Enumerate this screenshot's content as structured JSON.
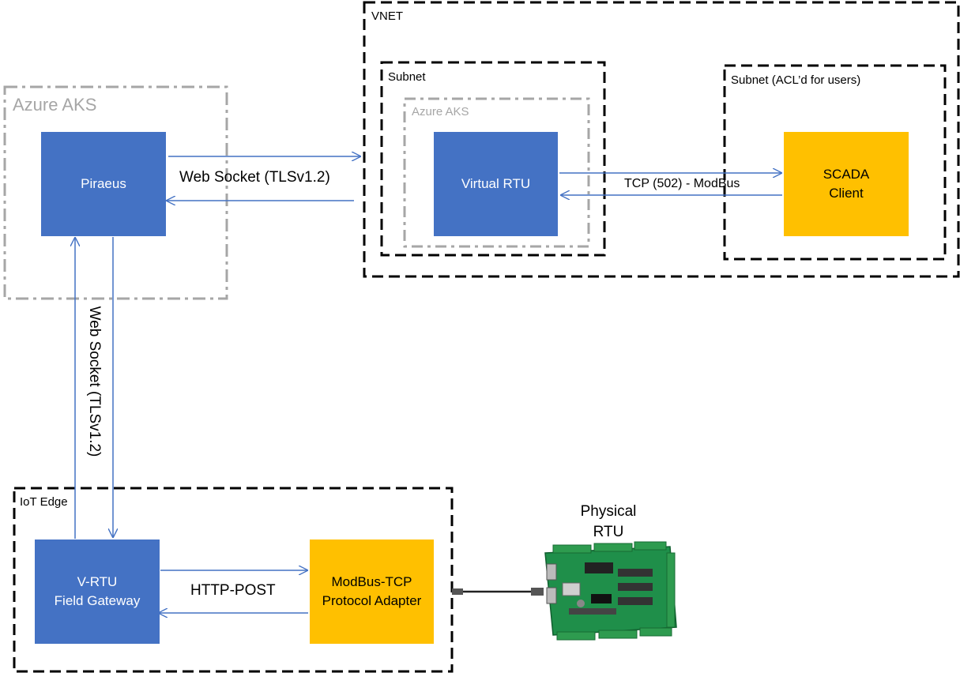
{
  "containers": {
    "vnet": "VNET",
    "subnet_left": "Subnet",
    "azure_aks_inner": "Azure AKS",
    "subnet_right": "Subnet (ACL’d for users)",
    "azure_aks_left": "Azure AKS",
    "iot_edge": "IoT Edge"
  },
  "nodes": {
    "piraeus": "Piraeus",
    "virtual_rtu": "Virtual RTU",
    "scada_client": "SCADA\nClient",
    "vrtu_gateway": "V-RTU\nField Gateway",
    "modbus_adapter": "ModBus-TCP\nProtocol Adapter",
    "physical_rtu": "Physical\nRTU"
  },
  "connections": {
    "ws_horizontal": "Web Socket (TLSv1.2)",
    "ws_vertical": "Web Socket (TLSv1.2)",
    "tcp_modbus": "TCP (502) - ModBus",
    "http_post": "HTTP-POST"
  },
  "colors": {
    "node_blue": "#4472C4",
    "node_yellow": "#FFC000",
    "arrow": "#4472C4",
    "dashdot_gray": "#A6A6A6"
  }
}
